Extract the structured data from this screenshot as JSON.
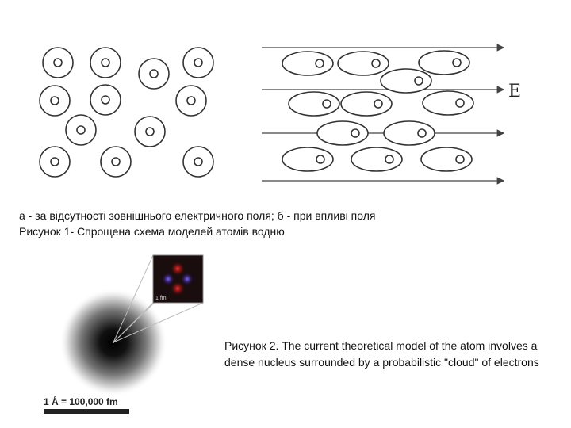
{
  "figure1": {
    "field_label": "E",
    "caption_line1": "а - за відсутності зовнішнього електричного поля;  б - при впливі поля",
    "caption_line2": "Рисунок 1- Спрощена схема моделей атомів водню"
  },
  "figure2": {
    "inset_scale": "1 fm",
    "scale_bar_label": "1 Å = 100,000 fm",
    "caption": "Рисунок 2. The current theoretical model of the atom involves a dense nucleus surrounded by a probabilistic \"cloud\" of electrons"
  }
}
